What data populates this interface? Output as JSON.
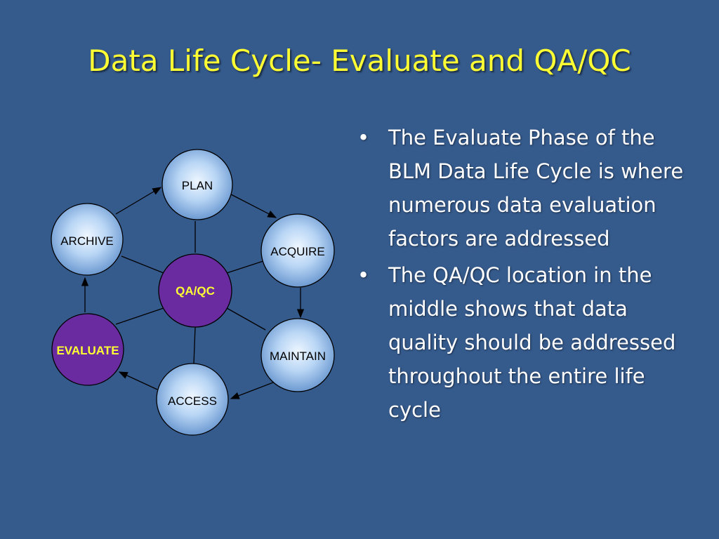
{
  "title": "Data Life Cycle- Evaluate and QA/QC",
  "cycle": {
    "plan": "PLAN",
    "acquire": "ACQUIRE",
    "maintain": "MAINTAIN",
    "access": "ACCESS",
    "evaluate": "EVALUATE",
    "archive": "ARCHIVE",
    "center": "QA/QC"
  },
  "bullets": [
    "The Evaluate Phase of the BLM Data Life Cycle is where numerous data evaluation factors are addressed",
    "The QA/QC location in the middle shows that data quality should be addressed throughout the entire life cycle"
  ],
  "bullet_glyph": "•",
  "colors": {
    "background": "#355a8c",
    "title": "#ffff33",
    "highlight_fill": "#6a2aa0",
    "highlight_text": "#ffff33"
  }
}
